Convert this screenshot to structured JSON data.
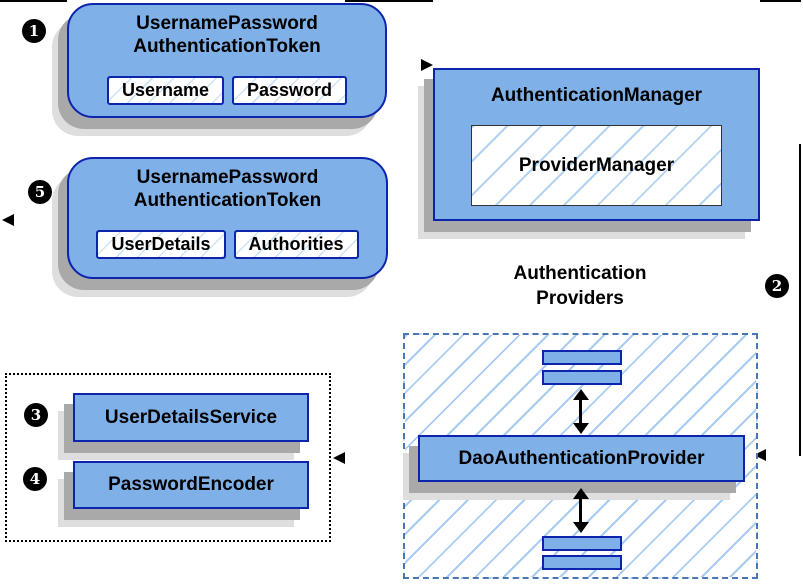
{
  "steps": {
    "s1": "1",
    "s2": "2",
    "s3": "3",
    "s4": "4",
    "s5": "5"
  },
  "request_token": {
    "title_line1": "UsernamePassword",
    "title_line2": "AuthenticationToken",
    "fields": [
      "Username",
      "Password"
    ]
  },
  "authentication_manager": {
    "title": "AuthenticationManager",
    "inner_label": "ProviderManager"
  },
  "response_token": {
    "title_line1": "UsernamePassword",
    "title_line2": "AuthenticationToken",
    "fields": [
      "UserDetails",
      "Authorities"
    ]
  },
  "providers_group": {
    "label_line1": "Authentication",
    "label_line2": "Providers",
    "provider_label": "DaoAuthenticationProvider"
  },
  "beans": {
    "user_details_service": "UserDetailsService",
    "password_encoder": "PasswordEncoder"
  },
  "colors": {
    "box_fill": "#7fb0e8",
    "box_border": "#0d24ad",
    "hatch_line": "#a9ccf2",
    "dashed_border": "#4a77b4",
    "dotted_border": "#000000",
    "shadow_dark": "#a9a9a9",
    "shadow_light": "#dedede",
    "marker_bg": "#000000",
    "marker_text": "#ffffff",
    "line": "#000000"
  }
}
